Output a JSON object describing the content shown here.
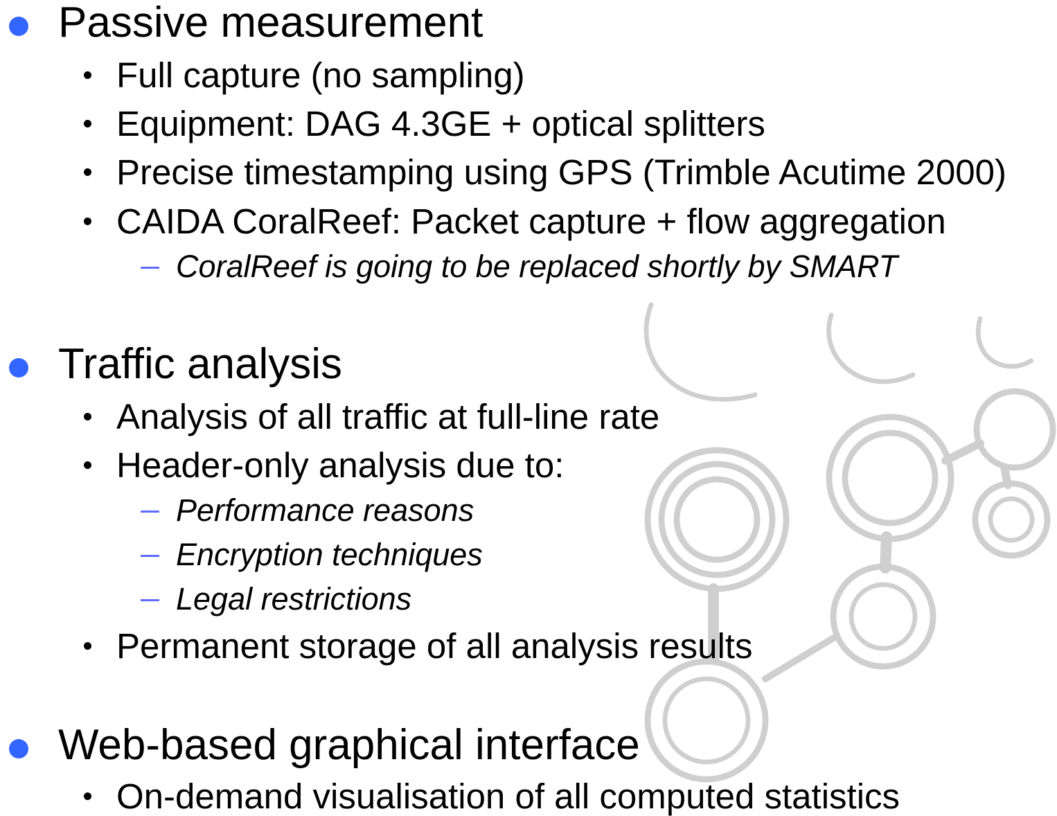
{
  "slide": {
    "sections": [
      {
        "heading": "Passive measurement",
        "items": [
          {
            "text": "Full capture (no sampling)"
          },
          {
            "text": "Equipment: DAG 4.3GE + optical splitters"
          },
          {
            "text": "Precise timestamping using GPS (Trimble Acutime 2000)"
          },
          {
            "text": "CAIDA CoralReef: Packet capture + flow aggregation",
            "subitems": [
              "CoralReef is going to be replaced shortly by SMART"
            ]
          }
        ]
      },
      {
        "heading": "Traffic analysis",
        "items": [
          {
            "text": "Analysis of all traffic at full-line rate"
          },
          {
            "text": "Header-only analysis due to:",
            "subitems": [
              "Performance reasons",
              "Encryption techniques",
              "Legal restrictions"
            ]
          },
          {
            "text": "Permanent storage of all analysis results"
          }
        ]
      },
      {
        "heading": "Web-based graphical interface",
        "items": [
          {
            "text": "On-demand visualisation of all computed statistics"
          }
        ]
      }
    ]
  },
  "colors": {
    "level1_bullet": "#3366ff",
    "level3_dash": "#5b6cff",
    "text": "#000000",
    "watermark": "#c8c8c8"
  },
  "decoration": {
    "watermark": "dotted-molecule-graphic"
  }
}
